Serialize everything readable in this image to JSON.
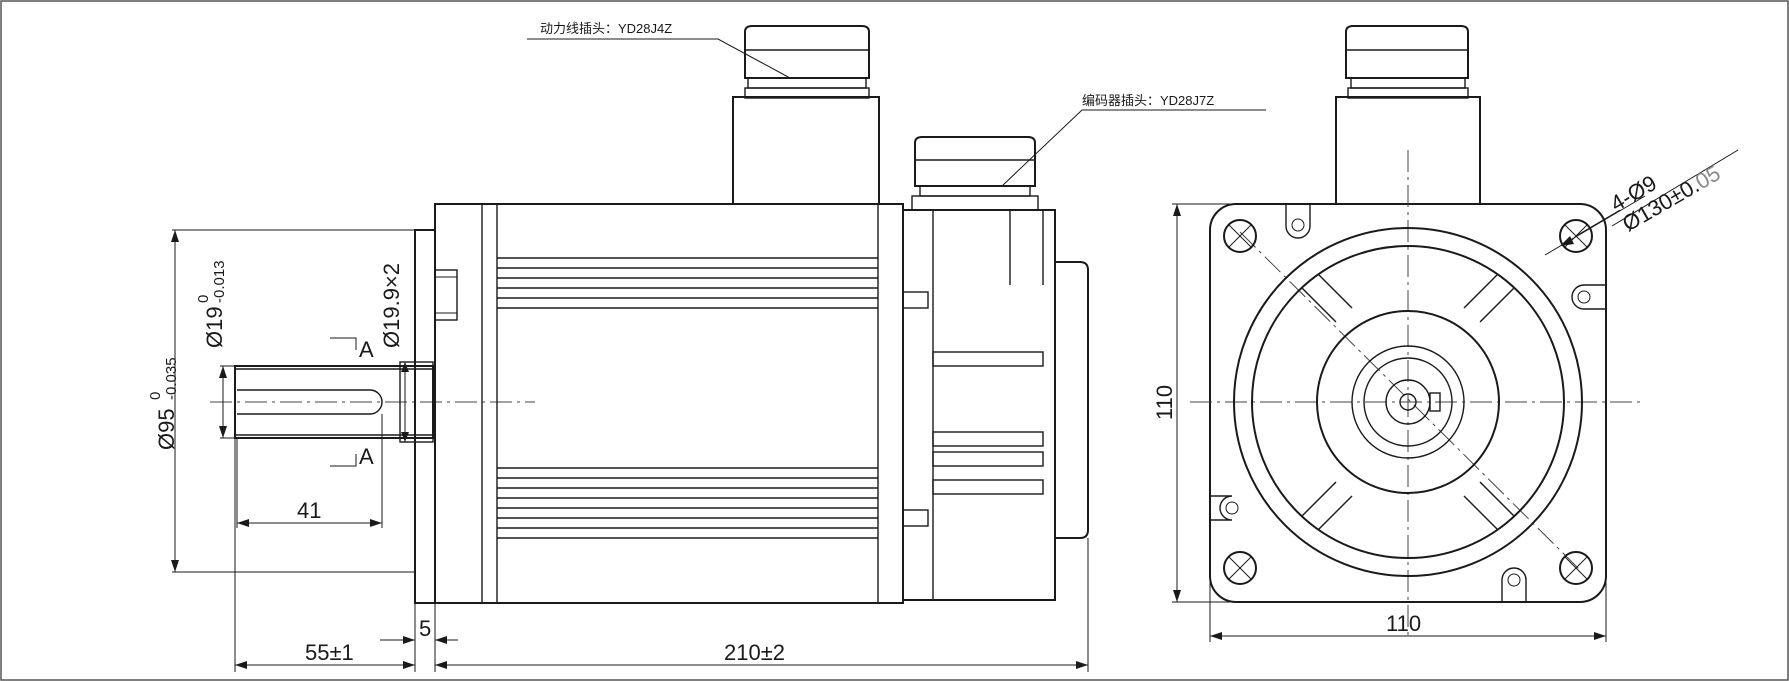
{
  "callouts": {
    "power_connector": "动力线插头：YD28J4Z",
    "encoder_connector": "编码器插头：YD28J7Z"
  },
  "dimensions": {
    "shaft_length": "55±1",
    "flange_thickness": "5",
    "body_length": "210±2",
    "key_length": "41",
    "pilot_main": "Ø95",
    "pilot_tol_upper": "0",
    "pilot_tol_lower": "-0.035",
    "shaft_main": "Ø19",
    "shaft_tol_upper": "0",
    "shaft_tol_lower": "-0.013",
    "shaft_step": "Ø19.9×2",
    "section_mark": "A",
    "flange_height": "110",
    "flange_width": "110",
    "holes": "4-Ø9",
    "pcd_main": "Ø130±0.",
    "pcd_tol": "05"
  }
}
